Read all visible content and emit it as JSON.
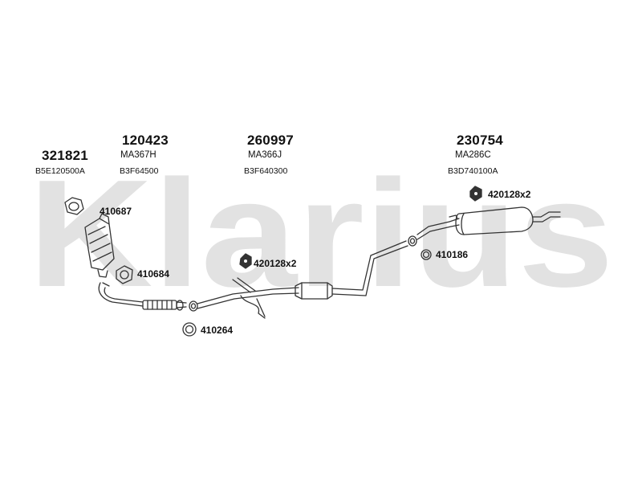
{
  "brand": {
    "watermark": "Klarius"
  },
  "parts": [
    {
      "number": "321821",
      "sub1": "B5E120500A"
    },
    {
      "number": "120423",
      "sub1": "MA367H",
      "sub2": "B3F64500"
    },
    {
      "number": "260997",
      "sub1": "MA366J",
      "sub2": "B3F640300"
    },
    {
      "number": "230754",
      "sub1": "MA286C",
      "sub2": "B3D740100A"
    }
  ],
  "fittings": [
    {
      "code": "410687",
      "icon": "gasket-icon"
    },
    {
      "code": "410684",
      "icon": "gasket-icon"
    },
    {
      "code": "420128x2",
      "icon": "rubber-mount-icon"
    },
    {
      "code": "410264",
      "icon": "ring-gasket-icon"
    },
    {
      "code": "410186",
      "icon": "ring-gasket-icon"
    },
    {
      "code": "420128x2",
      "icon": "rubber-mount-icon"
    }
  ],
  "colors": {
    "watermark": "#e2e2e2",
    "line": "#333333"
  }
}
